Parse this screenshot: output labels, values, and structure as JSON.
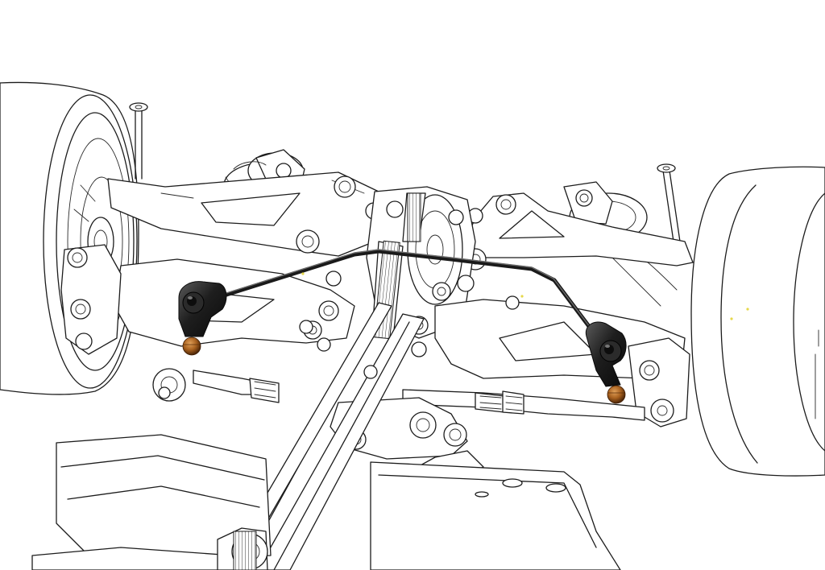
{
  "diagram": {
    "style": "line-art",
    "subject": "rc-car-front-suspension",
    "colors": {
      "background": "#ffffff",
      "line": "#1c1c1c",
      "sway_bar": "#262626",
      "sway_bar_highlight": "#6a6a6a",
      "ball_link": "#1e1e1e",
      "ball_stud": "#a8611f",
      "ball_stud_dark": "#5a2e0a",
      "accent_dot": "#e6d84a"
    },
    "highlighted_part": "anti-roll-bar",
    "icons": [
      "hex-screw-icon",
      "ball-stud-icon"
    ]
  }
}
